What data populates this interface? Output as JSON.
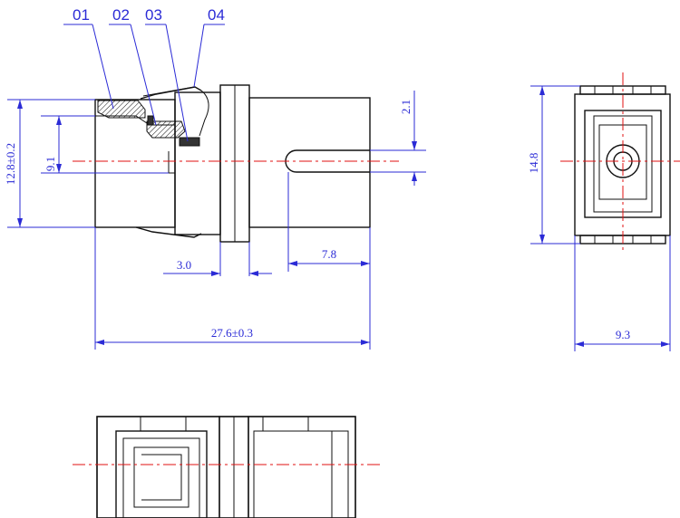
{
  "callouts": [
    "01",
    "02",
    "03",
    "04"
  ],
  "dimensions": {
    "height_overall": "12.8±0.2",
    "inner_diameter": "9.1",
    "offset_top": "2.1",
    "length_overall": "27.6±0.3",
    "flange_width": "3.0",
    "ferrule_length": "7.8",
    "end_height": "14.8",
    "end_width": "9.3"
  },
  "colors": {
    "outline": "#111111",
    "dimension": "#2b2bd6",
    "centerline": "#e01010"
  }
}
